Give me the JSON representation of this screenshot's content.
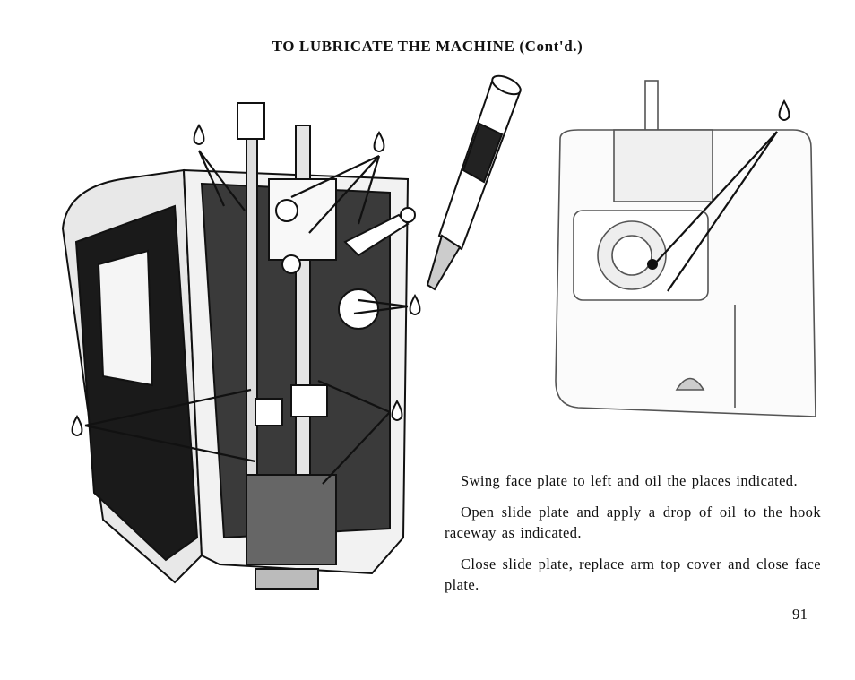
{
  "title": "TO LUBRICATE THE MACHINE (Cont'd.)",
  "instructions": [
    "Swing face plate to left and oil the places indicated.",
    "Open slide plate and apply a drop of oil to the hook raceway as indicated.",
    "Close slide plate, replace arm top cover and close face plate."
  ],
  "page_number": "91",
  "illustrations": {
    "left": "sewing-machine-head-open-face-plate",
    "right": "bobbin-area-open-slide-plate",
    "center": "oil-tube"
  },
  "icons": [
    "oil-drop-icon",
    "pointer-arrow"
  ]
}
